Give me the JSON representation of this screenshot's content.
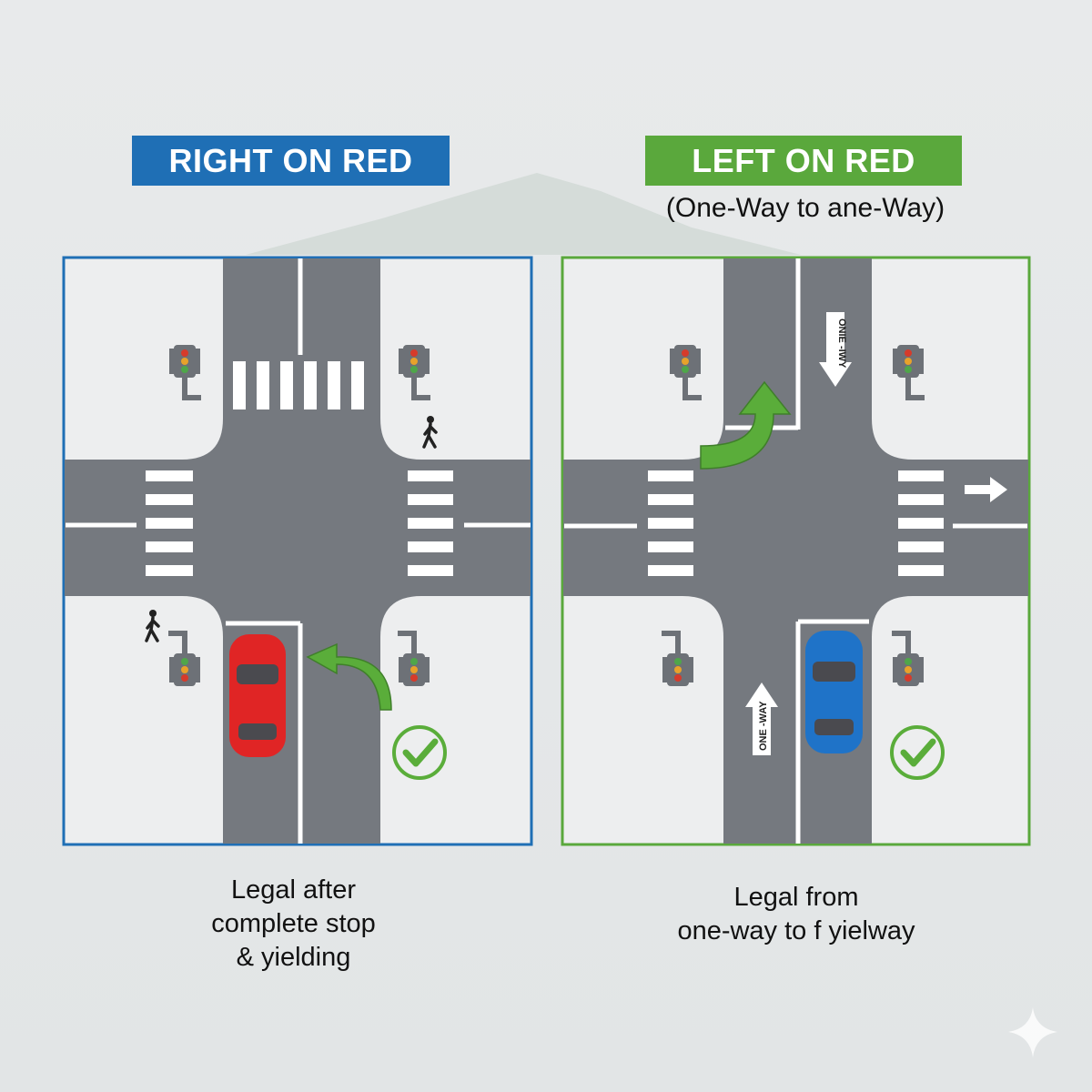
{
  "left": {
    "title": "RIGHT ON RED",
    "title_color": "#1f6fb5",
    "caption_lines": [
      "Legal after",
      "complete stop",
      "& yielding"
    ],
    "car_color": "#e02525",
    "arrow_color": "#5aad3a",
    "icons": [
      "traffic-light-icon",
      "pedestrian-icon",
      "checkmark-circle-icon",
      "turn-arrow-icon"
    ]
  },
  "right": {
    "title": "LEFT ON RED",
    "title_color": "#5aa83c",
    "subtitle": "(One-Way to ane-Way)",
    "caption_lines": [
      "Legal from",
      "one-way to f yielway"
    ],
    "car_color": "#1f73c8",
    "arrow_color": "#5aad3a",
    "sign_top": "ONIE -IWY",
    "sign_bottom": "ONE -WAY",
    "icons": [
      "traffic-light-icon",
      "one-way-sign-icon",
      "checkmark-circle-icon",
      "turn-arrow-icon",
      "right-arrow-icon"
    ]
  }
}
